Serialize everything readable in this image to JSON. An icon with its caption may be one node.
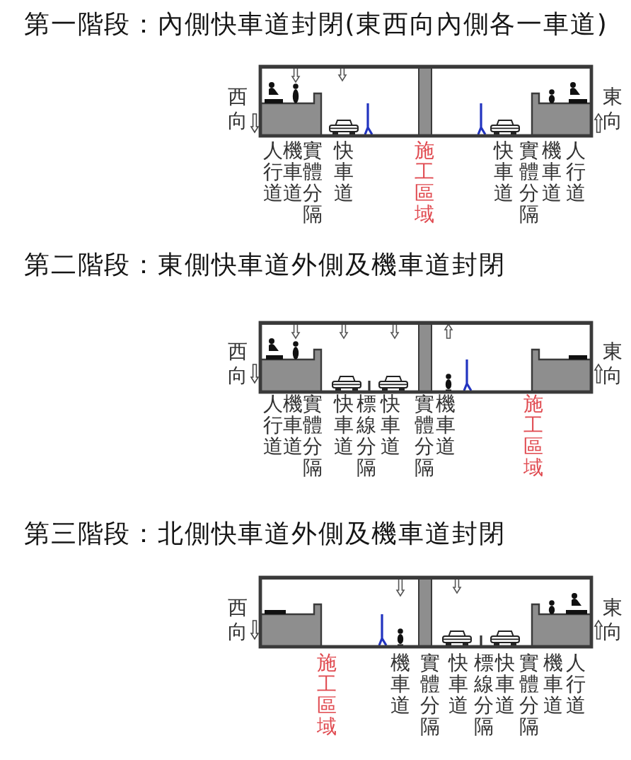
{
  "diagram": {
    "labels": [
      "第一階段：內側快車道封閉(東西向內側各一車道)",
      "西向",
      "東向",
      "人行道",
      "機車道",
      "實體分隔",
      "快車道",
      "施工區域",
      "快車道",
      "實體分隔",
      "機車道",
      "人行道",
      "第二階段：東側快車道外側及機車道封閉",
      "西向",
      "東向",
      "人行道",
      "機車道",
      "實體分隔",
      "快車道",
      "標線分隔",
      "快車道",
      "實體分隔",
      "機車道",
      "施工區域",
      "第三階段：北側快車道外側及機車道封閉",
      "西向",
      "東向",
      "施工區域",
      "機車道",
      "實體分隔",
      "快車道",
      "標線分隔",
      "快車道",
      "實體分隔",
      "機車道",
      "人行道"
    ]
  }
}
